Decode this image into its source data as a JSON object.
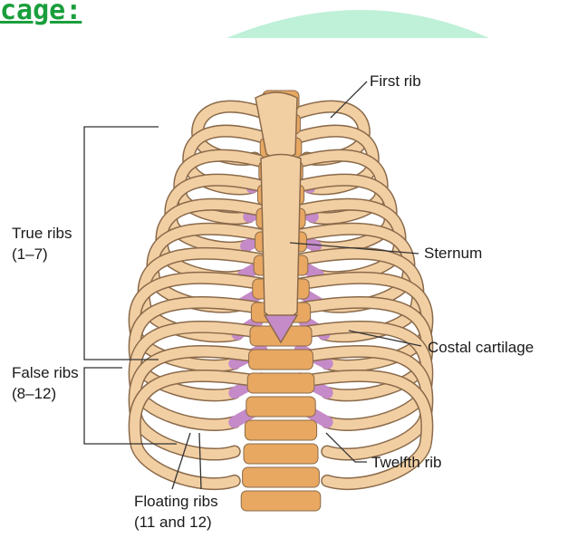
{
  "heading": {
    "text": "cage:"
  },
  "labels": {
    "first_rib": "First rib",
    "true_ribs": "True ribs",
    "true_ribs_range": "(1–7)",
    "sternum": "Sternum",
    "costal_cartilage": "Costal cartilage",
    "false_ribs": "False ribs",
    "false_ribs_range": "(8–12)",
    "twelfth_rib": "Twelfth rib",
    "floating_ribs": "Floating ribs",
    "floating_ribs_range": "(11 and 12)"
  },
  "colors": {
    "heading": "#1a9e3c",
    "banner": "#bff0d8",
    "bone": "#f2cfa3",
    "bone_outline": "#8a6a4a",
    "cartilage": "#c58ac8",
    "vertebra": "#e8a862",
    "leader": "#333333"
  }
}
